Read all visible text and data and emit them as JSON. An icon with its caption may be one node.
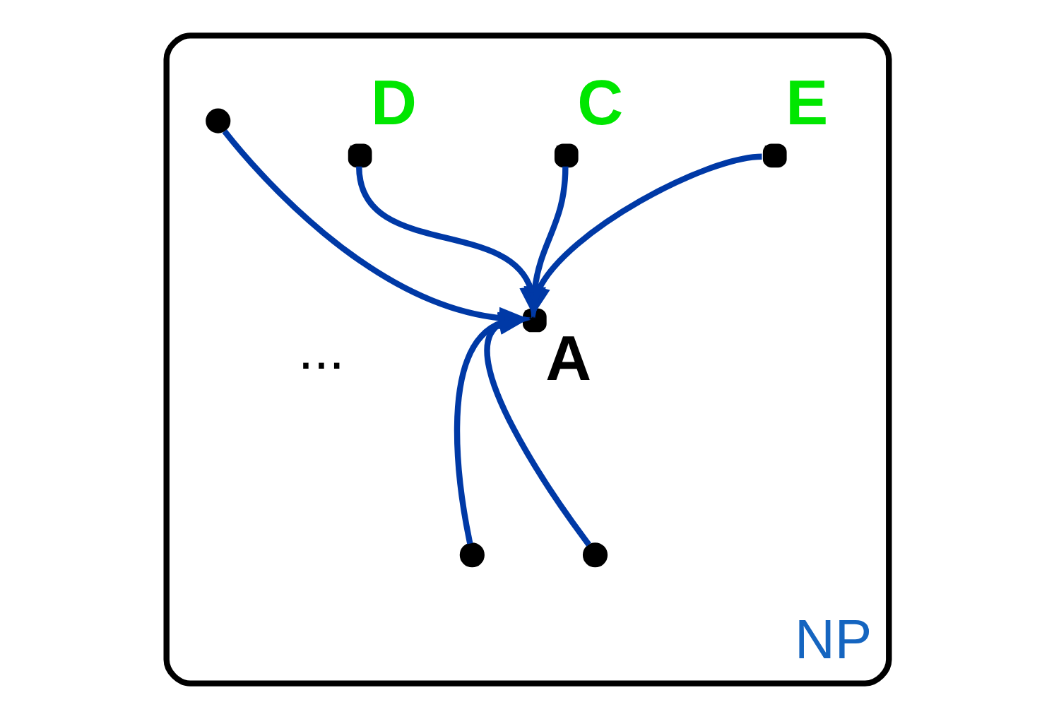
{
  "diagram": {
    "nodes": [
      {
        "text": [
          "NP"
        ]
      },
      {
        "text": [],
        "shape": "circle",
        "beside": [
          "E"
        ],
        "in": 0
      },
      {
        "text": [],
        "shape": "circle",
        "beside": [
          "C"
        ],
        "in": 0
      },
      {
        "text": [],
        "shape": "circle",
        "beside": [
          "D"
        ],
        "in": 0
      },
      {
        "text": [],
        "shape": "circle",
        "beside": [
          "A"
        ],
        "in": 0
      },
      {
        "text": [],
        "shape": "circle",
        "in": 0
      },
      {
        "text": [],
        "shape": "circle",
        "in": 0
      },
      {
        "text": [],
        "shape": "circle",
        "in": 0
      }
    ],
    "edges": [
      {
        "from": 1,
        "to": 4,
        "arrow": "to"
      },
      {
        "from": 2,
        "to": 4,
        "arrow": "to"
      },
      {
        "from": 3,
        "to": 4,
        "arrow": "to"
      },
      {
        "from": 7,
        "to": 4,
        "arrow": "to"
      },
      {
        "from": 5,
        "to": 4,
        "arrow": "to"
      },
      {
        "from": 6,
        "to": 4,
        "arrow": "to"
      }
    ],
    "labels": [
      "..."
    ]
  }
}
